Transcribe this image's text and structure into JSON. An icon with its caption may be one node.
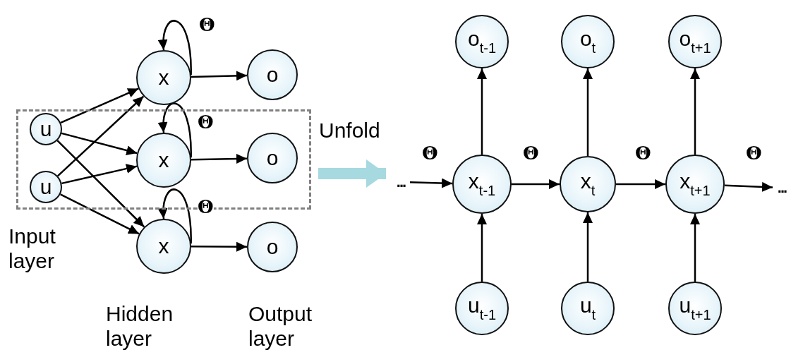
{
  "diagram": {
    "nodes": [
      {
        "text": [
          "x"
        ]
      },
      {
        "text": [
          "o"
        ]
      },
      {
        "text": [],
        "shape": "box"
      },
      {
        "text": [
          "u"
        ],
        "in": 2
      },
      {
        "text": [
          "u"
        ],
        "in": 2
      },
      {
        "text": [
          "x"
        ],
        "in": 2
      },
      {
        "text": [
          "o"
        ],
        "in": 2
      },
      {
        "text": [
          "x"
        ]
      },
      {
        "text": [
          "o"
        ]
      },
      {
        "text": [
          "o$_{t-1}$"
        ]
      },
      {
        "text": [
          "o$_{t}$"
        ]
      },
      {
        "text": [
          "o$_{t+1}$"
        ]
      },
      {
        "text": [
          "..."
        ]
      },
      {
        "text": [
          "x$_{t-1}$"
        ]
      },
      {
        "text": [
          "x$_{t}$"
        ]
      },
      {
        "text": [
          "x$_{t+1}$"
        ]
      },
      {
        "text": [
          "..."
        ]
      },
      {
        "text": [
          "u$_{t-1}$"
        ]
      },
      {
        "text": [
          "u$_{t}$"
        ]
      },
      {
        "text": [
          "u$_{t+1}$"
        ]
      }
    ],
    "edges": [
      {
        "from": 3,
        "to": 0,
        "arrow": "to"
      },
      {
        "from": 3,
        "to": 5,
        "arrow": "to"
      },
      {
        "from": 3,
        "to": 7,
        "arrow": "to"
      },
      {
        "from": 4,
        "to": 0,
        "arrow": "to"
      },
      {
        "from": 4,
        "to": 5,
        "arrow": "to"
      },
      {
        "from": 4,
        "to": 7,
        "arrow": "to"
      },
      {
        "from": 0,
        "to": 0,
        "arrow": "to",
        "label": "Θ"
      },
      {
        "from": 0,
        "to": 1,
        "arrow": "to"
      },
      {
        "from": 5,
        "to": 5,
        "arrow": "to",
        "label": "Θ"
      },
      {
        "from": 5,
        "to": 6,
        "arrow": "to"
      },
      {
        "from": 7,
        "to": 7,
        "arrow": "to",
        "label": "Θ"
      },
      {
        "from": 7,
        "to": 8,
        "arrow": "to"
      },
      {
        "from": 2,
        "to": 12,
        "arrow": "to",
        "label": "Unfold",
        "style": "thick",
        "color": "#a6d9e0"
      },
      {
        "from": 12,
        "to": 13,
        "arrow": "to",
        "label": "Θ"
      },
      {
        "from": 13,
        "to": 14,
        "arrow": "to",
        "label": "Θ"
      },
      {
        "from": 14,
        "to": 15,
        "arrow": "to",
        "label": "Θ"
      },
      {
        "from": 15,
        "to": 16,
        "arrow": "to",
        "label": "Θ"
      },
      {
        "from": 13,
        "to": 9,
        "arrow": "to"
      },
      {
        "from": 14,
        "to": 10,
        "arrow": "to"
      },
      {
        "from": 15,
        "to": 11,
        "arrow": "to"
      },
      {
        "from": 17,
        "to": 13,
        "arrow": "to"
      },
      {
        "from": 18,
        "to": 14,
        "arrow": "to"
      },
      {
        "from": 19,
        "to": 15,
        "arrow": "to"
      }
    ],
    "labels": [
      "Input layer",
      "Hidden layer",
      "Output layer"
    ]
  }
}
